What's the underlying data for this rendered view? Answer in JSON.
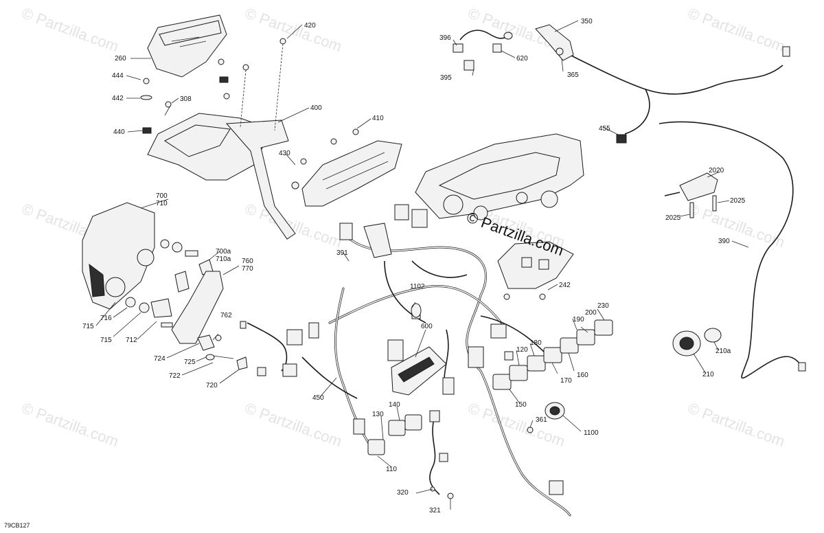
{
  "figure_code": "79CB127",
  "watermark": {
    "text": "© Partzilla.com",
    "center_text": "© Partzilla.com"
  },
  "colors": {
    "line": "#1a1a1a",
    "watermark": "#e3e3e3",
    "part_fill": "#f2f2f2"
  },
  "callouts": [
    {
      "id": "260",
      "text": "260"
    },
    {
      "id": "444",
      "text": "444"
    },
    {
      "id": "442",
      "text": "442"
    },
    {
      "id": "308",
      "text": "308"
    },
    {
      "id": "440",
      "text": "440"
    },
    {
      "id": "420",
      "text": "420"
    },
    {
      "id": "400",
      "text": "400"
    },
    {
      "id": "410",
      "text": "410"
    },
    {
      "id": "430",
      "text": "430"
    },
    {
      "id": "396",
      "text": "396"
    },
    {
      "id": "395",
      "text": "395"
    },
    {
      "id": "350",
      "text": "350"
    },
    {
      "id": "620",
      "text": "620"
    },
    {
      "id": "365",
      "text": "365"
    },
    {
      "id": "455",
      "text": "455"
    },
    {
      "id": "2020",
      "text": "2020"
    },
    {
      "id": "2025a",
      "text": "2025"
    },
    {
      "id": "2025b",
      "text": "2025"
    },
    {
      "id": "390",
      "text": "390"
    },
    {
      "id": "700",
      "text": "700"
    },
    {
      "id": "710",
      "text": "710"
    },
    {
      "id": "700a",
      "text": "700a"
    },
    {
      "id": "710a",
      "text": "710a"
    },
    {
      "id": "760",
      "text": "760"
    },
    {
      "id": "770",
      "text": "770"
    },
    {
      "id": "391",
      "text": "391"
    },
    {
      "id": "242",
      "text": "242"
    },
    {
      "id": "715a",
      "text": "715"
    },
    {
      "id": "716",
      "text": "716"
    },
    {
      "id": "715b",
      "text": "715"
    },
    {
      "id": "712",
      "text": "712"
    },
    {
      "id": "762",
      "text": "762"
    },
    {
      "id": "724",
      "text": "724"
    },
    {
      "id": "725",
      "text": "725"
    },
    {
      "id": "722",
      "text": "722"
    },
    {
      "id": "720",
      "text": "720"
    },
    {
      "id": "1102",
      "text": "1102"
    },
    {
      "id": "600",
      "text": "600"
    },
    {
      "id": "450",
      "text": "450"
    },
    {
      "id": "230",
      "text": "230"
    },
    {
      "id": "200",
      "text": "200"
    },
    {
      "id": "190",
      "text": "190"
    },
    {
      "id": "180",
      "text": "180"
    },
    {
      "id": "120",
      "text": "120"
    },
    {
      "id": "170",
      "text": "170"
    },
    {
      "id": "160",
      "text": "160"
    },
    {
      "id": "150",
      "text": "150"
    },
    {
      "id": "210a",
      "text": "210a"
    },
    {
      "id": "210",
      "text": "210"
    },
    {
      "id": "140",
      "text": "140"
    },
    {
      "id": "130",
      "text": "130"
    },
    {
      "id": "361",
      "text": "361"
    },
    {
      "id": "1100",
      "text": "1100"
    },
    {
      "id": "110",
      "text": "110"
    },
    {
      "id": "320",
      "text": "320"
    },
    {
      "id": "321",
      "text": "321"
    }
  ]
}
